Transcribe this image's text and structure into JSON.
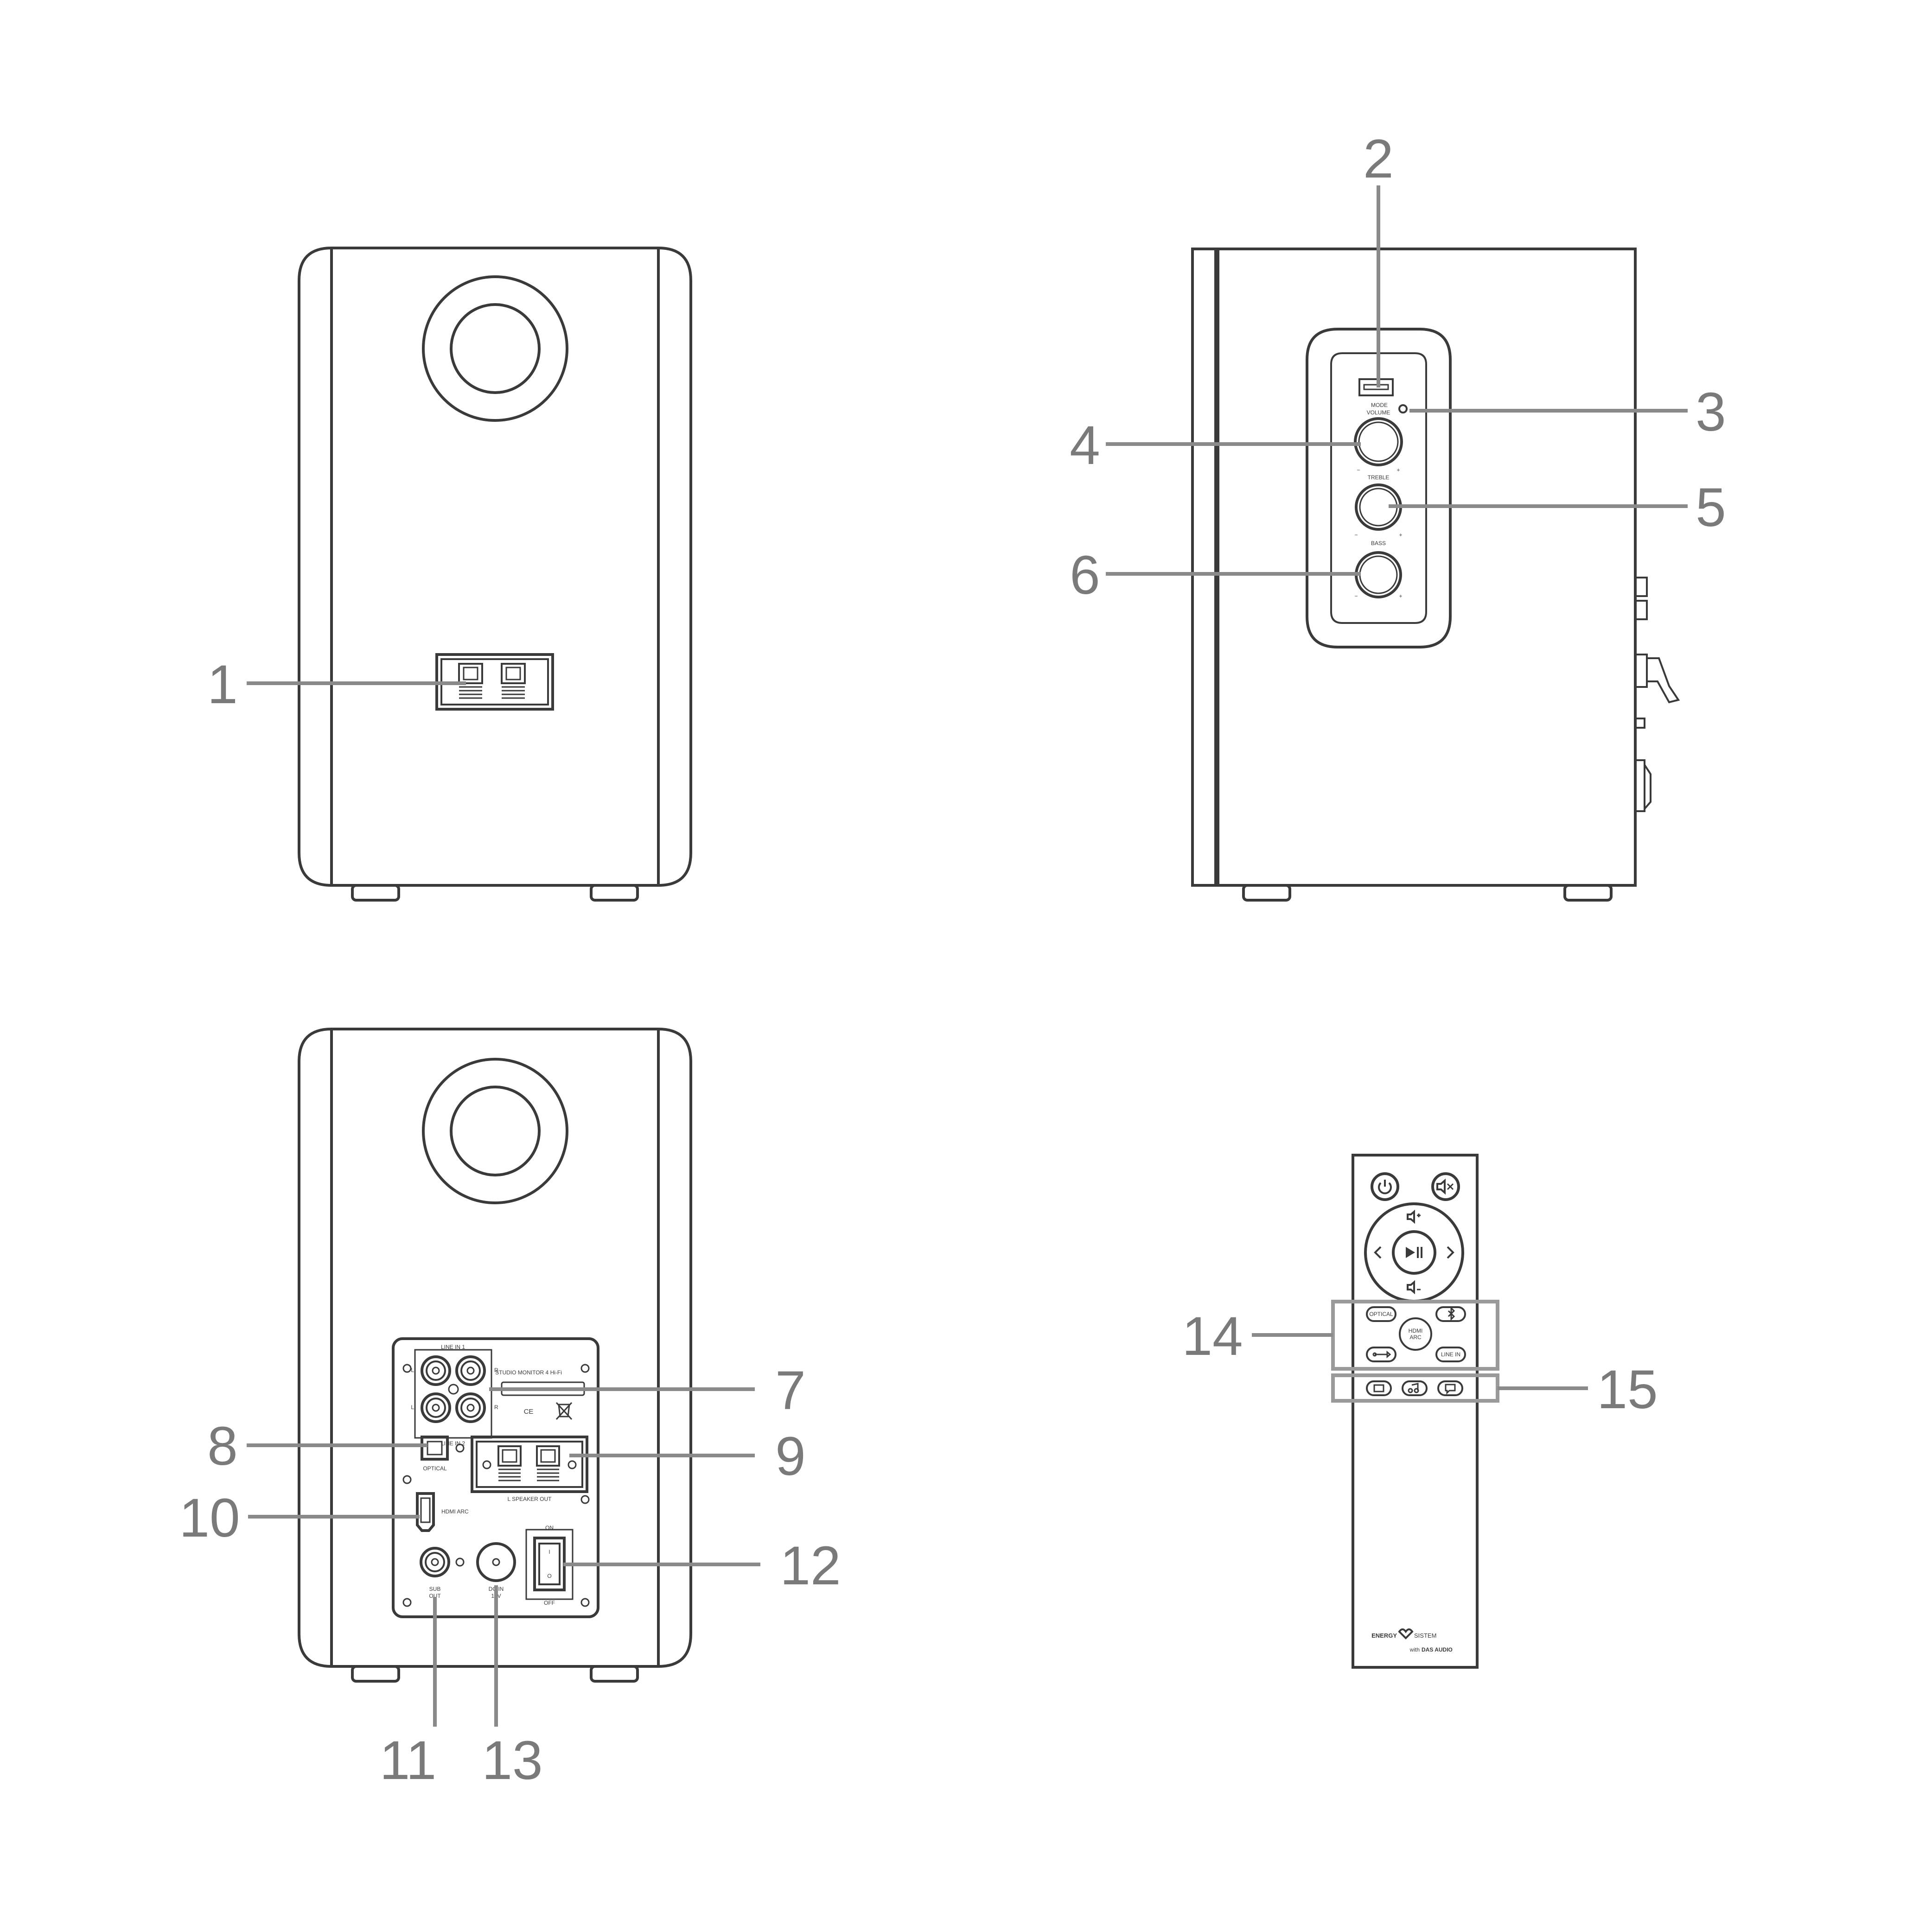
{
  "callouts": {
    "c1": "1",
    "c2": "2",
    "c3": "3",
    "c4": "4",
    "c5": "5",
    "c6": "6",
    "c7": "7",
    "c8": "8",
    "c9": "9",
    "c10": "10",
    "c11": "11",
    "c12": "12",
    "c13": "13",
    "c14": "14",
    "c15": "15"
  },
  "side_panel": {
    "mode_label": "MODE",
    "volume_label": "VOLUME",
    "treble_label": "TREBLE",
    "bass_label": "BASS",
    "minus": "−",
    "plus": "+"
  },
  "rear_panel": {
    "line_in_1": "LINE IN 1",
    "line_in_2": "LINE IN 2",
    "left": "L",
    "right": "R",
    "model": "STUDIO MONITOR 4 Hi-Fi",
    "ce_mark": "CE",
    "optical": "OPTICAL",
    "speaker_out": "L SPEAKER OUT",
    "hdmi_arc": "HDMI ARC",
    "sub_out_1": "SUB",
    "sub_out_2": "OUT",
    "dc_in_1": "DC IN",
    "dc_in_2": "19V",
    "on": "ON",
    "off": "OFF",
    "switch_i": "I",
    "switch_o": "O"
  },
  "remote": {
    "optical": "OPTICAL",
    "hdmi_1": "HDMI",
    "hdmi_2": "ARC",
    "line_in": "LINE IN",
    "brand_1": "ENERGY",
    "brand_2": "SISTEM",
    "sub_brand_1": "with",
    "sub_brand_2": "DAS AUDIO"
  }
}
